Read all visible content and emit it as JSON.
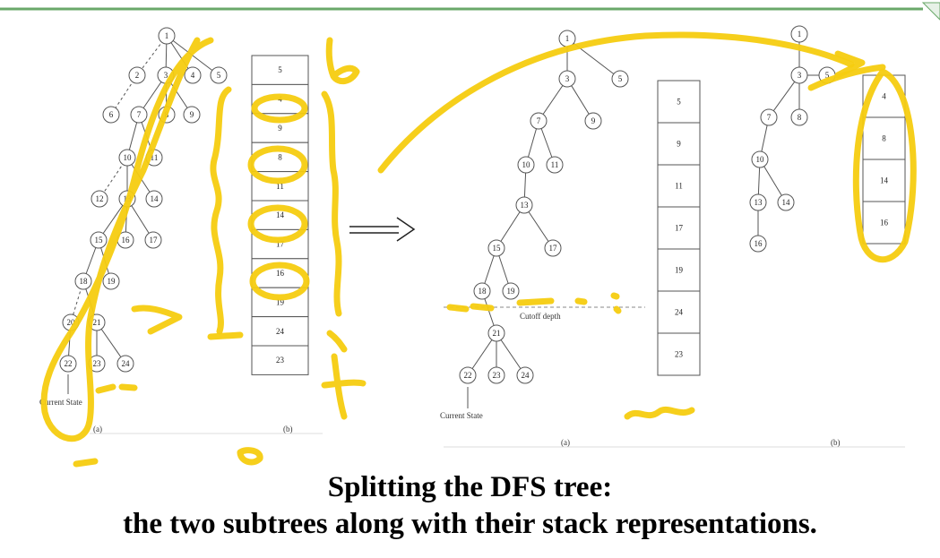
{
  "caption": {
    "line1": "Splitting the DFS tree:",
    "line2": "the two subtrees along with their stack representations."
  },
  "left_figure": {
    "label_a": "(a)",
    "label_b": "(b)",
    "current_state_label": "Current State",
    "tree_nodes": [
      "1",
      "2",
      "3",
      "4",
      "5",
      "6",
      "7",
      "8",
      "9",
      "10",
      "11",
      "12",
      "13",
      "14",
      "15",
      "16",
      "17",
      "18",
      "19",
      "20",
      "21",
      "22",
      "23",
      "24"
    ],
    "stack": [
      "5",
      "4",
      "9",
      "8",
      "11",
      "14",
      "17",
      "16",
      "19",
      "24",
      "23"
    ]
  },
  "right_figure": {
    "label_a": "(a)",
    "label_b": "(b)",
    "cutoff_label": "Cutoff depth",
    "current_state_label": "Current State",
    "tree_nodes": [
      "1",
      "3",
      "5",
      "7",
      "9",
      "10",
      "11",
      "13",
      "15",
      "17",
      "18",
      "19",
      "21",
      "22",
      "23",
      "24"
    ],
    "stack": [
      "5",
      "9",
      "11",
      "17",
      "19",
      "24",
      "23"
    ]
  },
  "split_figure": {
    "tree_nodes": [
      "1",
      "3",
      "5",
      "7",
      "8",
      "10",
      "13",
      "14",
      "16"
    ],
    "stack": [
      "4",
      "8",
      "14",
      "16"
    ]
  },
  "colors": {
    "annotation": "#f5cc10",
    "top_border": "#6aa86a",
    "diagram_lines": "#555555"
  }
}
